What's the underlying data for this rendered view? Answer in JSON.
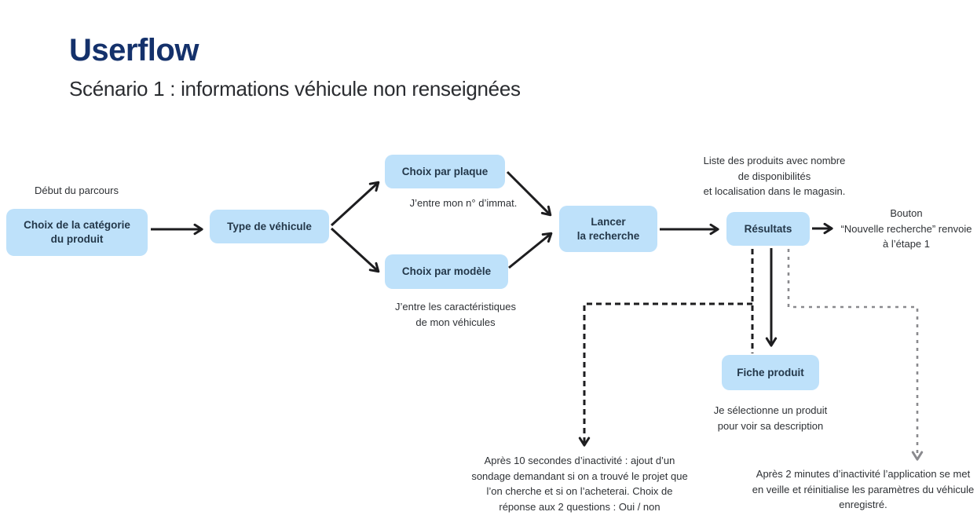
{
  "header": {
    "title": "Userflow",
    "subtitle": "Scénario 1 : informations véhicule non renseignées"
  },
  "colors": {
    "title_navy": "#14316B",
    "node_fill": "#BEE1FA",
    "node_text": "#24384A",
    "body_text": "#2E3135",
    "arrow_black": "#1D1D1F",
    "arrow_gray": "#8A8A8E",
    "background": "#FFFFFF"
  },
  "flow": {
    "nodes": {
      "categorie": {
        "label": "Choix de la catégorie\ndu produit"
      },
      "type_vehicule": {
        "label": "Type de véhicule"
      },
      "choix_plaque": {
        "label": "Choix par plaque"
      },
      "choix_modele": {
        "label": "Choix par modèle"
      },
      "lancer_recherche": {
        "label": "Lancer\nla recherche"
      },
      "resultats": {
        "label": "Résultats"
      },
      "fiche_produit": {
        "label": "Fiche produit"
      }
    },
    "edges": [
      {
        "from": "categorie",
        "to": "type_vehicule",
        "style": "solid-black"
      },
      {
        "from": "type_vehicule",
        "to": "choix_plaque",
        "style": "solid-black"
      },
      {
        "from": "type_vehicule",
        "to": "choix_modele",
        "style": "solid-black"
      },
      {
        "from": "choix_plaque",
        "to": "lancer_recherche",
        "style": "solid-black"
      },
      {
        "from": "choix_modele",
        "to": "lancer_recherche",
        "style": "solid-black"
      },
      {
        "from": "lancer_recherche",
        "to": "resultats",
        "style": "solid-black"
      },
      {
        "from": "resultats",
        "to": "note_bouton_nouvelle_recherche",
        "style": "solid-black"
      },
      {
        "from": "resultats",
        "to": "fiche_produit",
        "style": "solid-black"
      },
      {
        "from": "resultats",
        "to": "note_inactivite_10s",
        "style": "dashed-black"
      },
      {
        "from": "resultats",
        "to": "note_inactivite_2min",
        "style": "dashed-gray"
      }
    ]
  },
  "annotations": {
    "debut": "Début du parcours",
    "immat": "J’entre mon n° d’immat.",
    "caracteristiques": "J’entre les caractéristiques\nde mon véhicules",
    "liste_produits": "Liste des produits avec nombre\nde disponibilités\net localisation dans le magasin.",
    "bouton_nouvelle_recherche": "Bouton\n“Nouvelle recherche” renvoie\nà l’étape 1",
    "selection_produit": "Je sélectionne un produit\npour voir sa description",
    "inactivite_10s": "Après 10 secondes d’inactivité : ajout d’un\nsondage demandant si on a trouvé le projet que\nl’on cherche et si on l’acheterai. Choix de\nréponse aux 2 questions : Oui / non",
    "inactivite_2min": "Après 2 minutes d’inactivité l’application se met\nen veille et réinitialise les paramètres du véhicule\nenregistré."
  }
}
